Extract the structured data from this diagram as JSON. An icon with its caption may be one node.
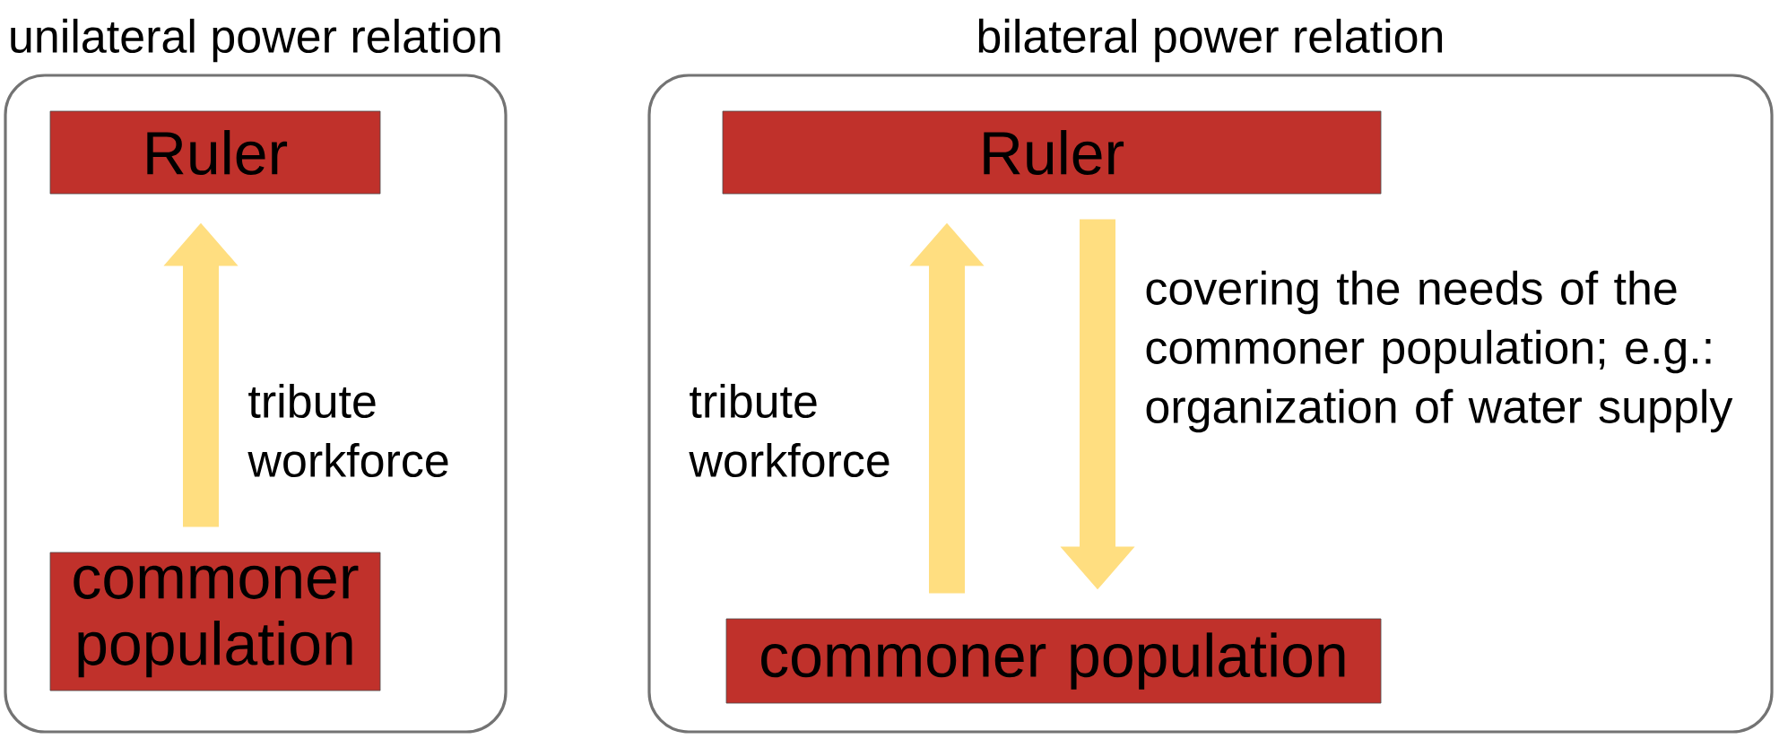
{
  "diagram": {
    "nodes": [
      {
        "text": [
          "unilateral power relation"
        ]
      },
      {
        "text": [
          "Ruler"
        ],
        "in": 0
      },
      {
        "text": [
          "commoner population"
        ],
        "in": 0
      },
      {
        "text": [
          "bilateral power relation"
        ]
      },
      {
        "text": [
          "Ruler"
        ],
        "in": 3
      },
      {
        "text": [
          "commoner population"
        ],
        "in": 3
      }
    ],
    "edges": [
      {
        "from": 2,
        "to": 1,
        "arrow": "to",
        "label": "tribute workforce"
      },
      {
        "from": 5,
        "to": 4,
        "arrow": "to",
        "label": "tribute workforce"
      },
      {
        "from": 4,
        "to": 5,
        "arrow": "to",
        "label": "covering the needs of the commoner population; e.g.: organization of water supply"
      }
    ]
  }
}
